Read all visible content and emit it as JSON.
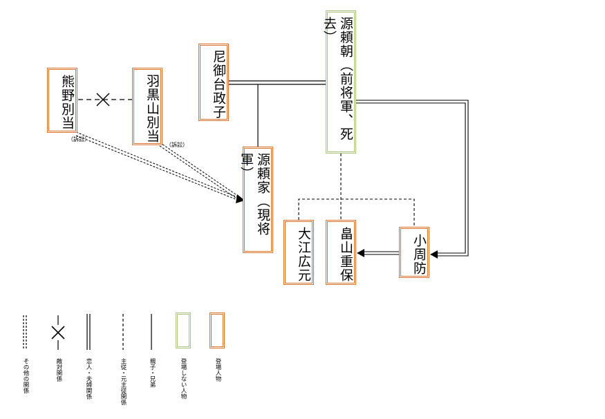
{
  "people": {
    "kumano": "熊野別当",
    "haguro": "羽黒山別当",
    "masako": "尼御台政子",
    "yoritomo": "源頼朝（前将軍、死去）",
    "yoriie": "源頼家（現将軍）",
    "oe": "大江広元",
    "hatakeyama": "畠山重保",
    "kosuo": "小周防"
  },
  "annotations": {
    "lawsuit_left": "（訴訟）",
    "lawsuit_right": "（訴訟）"
  },
  "legend": {
    "other": "その他の関係",
    "enemy": "敵対関係",
    "lovers": "恋人・夫婦関係",
    "master_servant": "主従・元主従関係",
    "family": "親子・兄弟",
    "not_appearing": "登場しない人物",
    "appearing": "登場人物"
  },
  "colors": {
    "appearing_border": "#d9712b",
    "not_appearing_border": "#a9c47f"
  }
}
